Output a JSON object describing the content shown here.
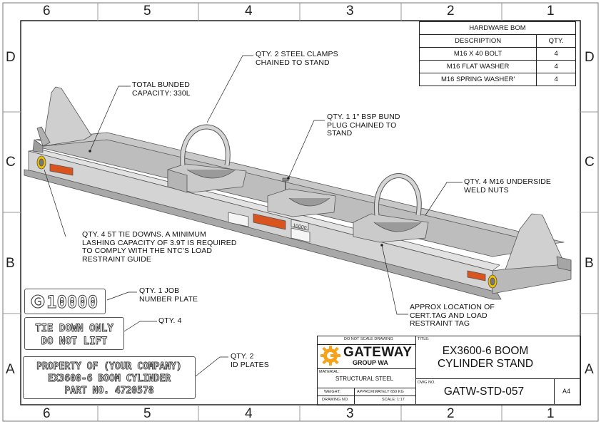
{
  "zones": {
    "top": [
      "6",
      "5",
      "4",
      "3",
      "2",
      "1"
    ],
    "bottom": [
      "6",
      "5",
      "4",
      "3",
      "2",
      "1"
    ],
    "left": [
      "D",
      "C",
      "B",
      "A"
    ],
    "right": [
      "D",
      "C",
      "B",
      "A"
    ]
  },
  "bom": {
    "title": "HARDWARE BOM",
    "headers": [
      "DESCRIPTION",
      "QTY."
    ],
    "rows": [
      {
        "description": "M16 X 40 BOLT",
        "qty": "4"
      },
      {
        "description": "M16 FLAT WASHER",
        "qty": "4"
      },
      {
        "description": "M16 SPRING WASHER'",
        "qty": "4"
      }
    ]
  },
  "callouts": {
    "clamps": [
      "QTY. 2 STEEL CLAMPS",
      "CHAINED TO STAND"
    ],
    "bund": [
      "TOTAL BUNDED",
      "CAPACITY: 330L"
    ],
    "plug": [
      "QTY. 1 1\" BSP BUND",
      "PLUG CHAINED TO",
      "STAND"
    ],
    "weld_nuts": [
      "QTY. 4 M16 UNDERSIDE",
      "WELD NUTS"
    ],
    "tie_downs": [
      "QTY. 4 5T TIE DOWNS. A MINIMUM",
      "LASHING CAPACITY OF 3.9T IS REQUIRED",
      "TO COMPLY WITH THE NTC'S LOAD",
      "RESTRAINT GUIDE"
    ],
    "job_plate": [
      "QTY. 1 JOB",
      "NUMBER PLATE"
    ],
    "tie_label": [
      "QTY. 4"
    ],
    "id_plates": [
      "QTY. 2",
      "ID PLATES"
    ],
    "cert_tag": [
      "APPROX LOCATION OF",
      "CERT.TAG AND LOAD",
      "RESTRAINT TAG"
    ]
  },
  "plates": {
    "job_number": "10000",
    "tie_down": [
      "TIE DOWN ONLY",
      "DO NOT LIFT"
    ],
    "id": [
      "PROPERTY OF (YOUR COMPANY)",
      "EX3600-6 BOOM CYLINDER",
      "PART NO. 4720578"
    ]
  },
  "beam_tag": "10000",
  "title_block": {
    "do_not_scale": "DO NOT SCALE DRAWING",
    "title_label": "TITLE:",
    "logo_word": "GATEWAY",
    "logo_sub": "GROUP WA",
    "title": [
      "EX3600-6 BOOM",
      "CYLINDER STAND"
    ],
    "material_label": "MATERIAL:",
    "material": "STRUCTURAL STEEL",
    "weight_label": "WEIGHT:",
    "weight": "APPROXIMATELY 650 KG",
    "dwg_no_label": "DWG NO.",
    "dwg_no": "GATW-STD-057",
    "size": "A4",
    "drawing_no_label": "DRAWING NO.",
    "scale": "SCALE: 1:17"
  },
  "colors": {
    "accent_orange": "#f5a31a",
    "steel_light": "#d9d9d9",
    "steel_mid": "#bdbdbd",
    "steel_dark": "#8f8f8f",
    "tag_orange": "#d9541e"
  }
}
